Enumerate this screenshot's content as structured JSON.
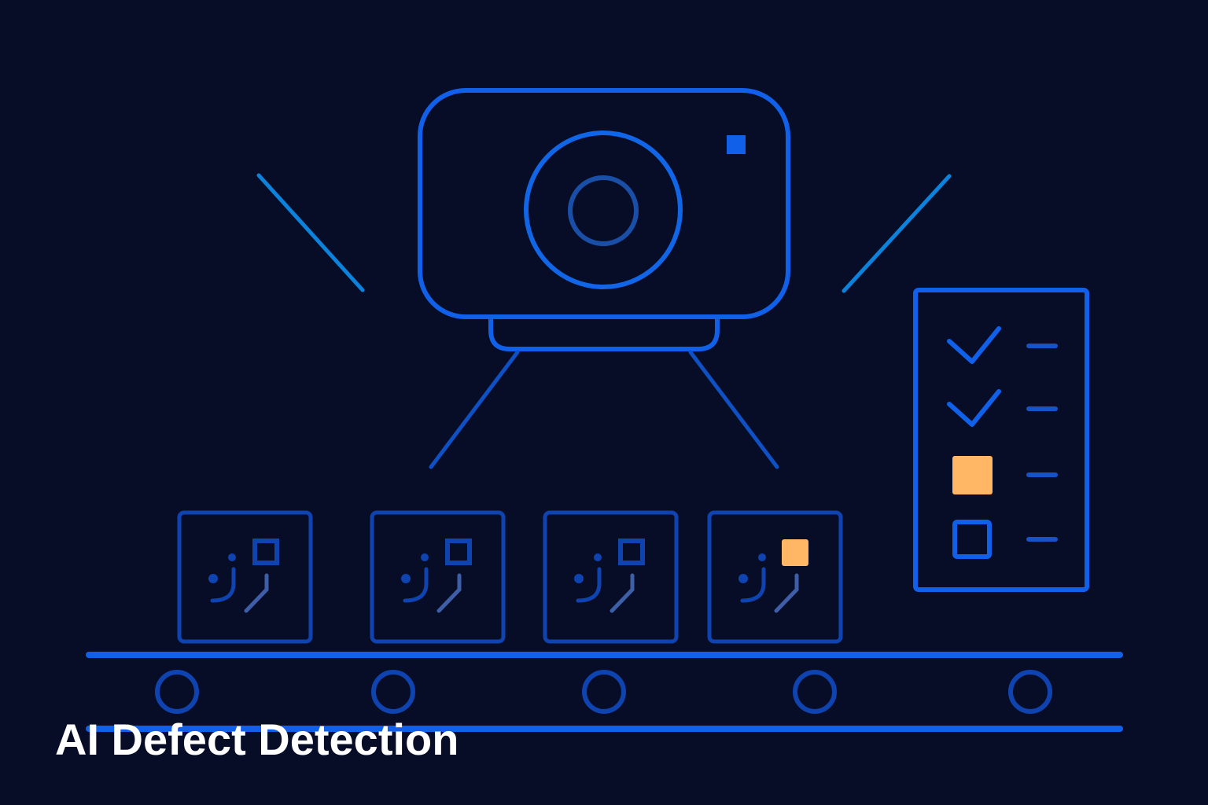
{
  "caption": "AI Defect Detection",
  "colors": {
    "background": "#070d26",
    "primary_blue": "#1160ea",
    "dim_blue": "#0f44b0",
    "light_ray": "#0b83dd",
    "defect": "#ffb765",
    "caption_text": "#ffffff"
  },
  "icons": {
    "camera": "camera-icon",
    "item": "circuit-chip-icon",
    "checklist": "checklist-icon",
    "check": "check-icon"
  },
  "products": [
    {
      "status": "ok"
    },
    {
      "status": "ok"
    },
    {
      "status": "ok"
    },
    {
      "status": "defect"
    }
  ],
  "checklist": [
    {
      "state": "checked"
    },
    {
      "state": "checked"
    },
    {
      "state": "flagged"
    },
    {
      "state": "empty"
    }
  ],
  "conveyor": {
    "roller_count": 5
  }
}
